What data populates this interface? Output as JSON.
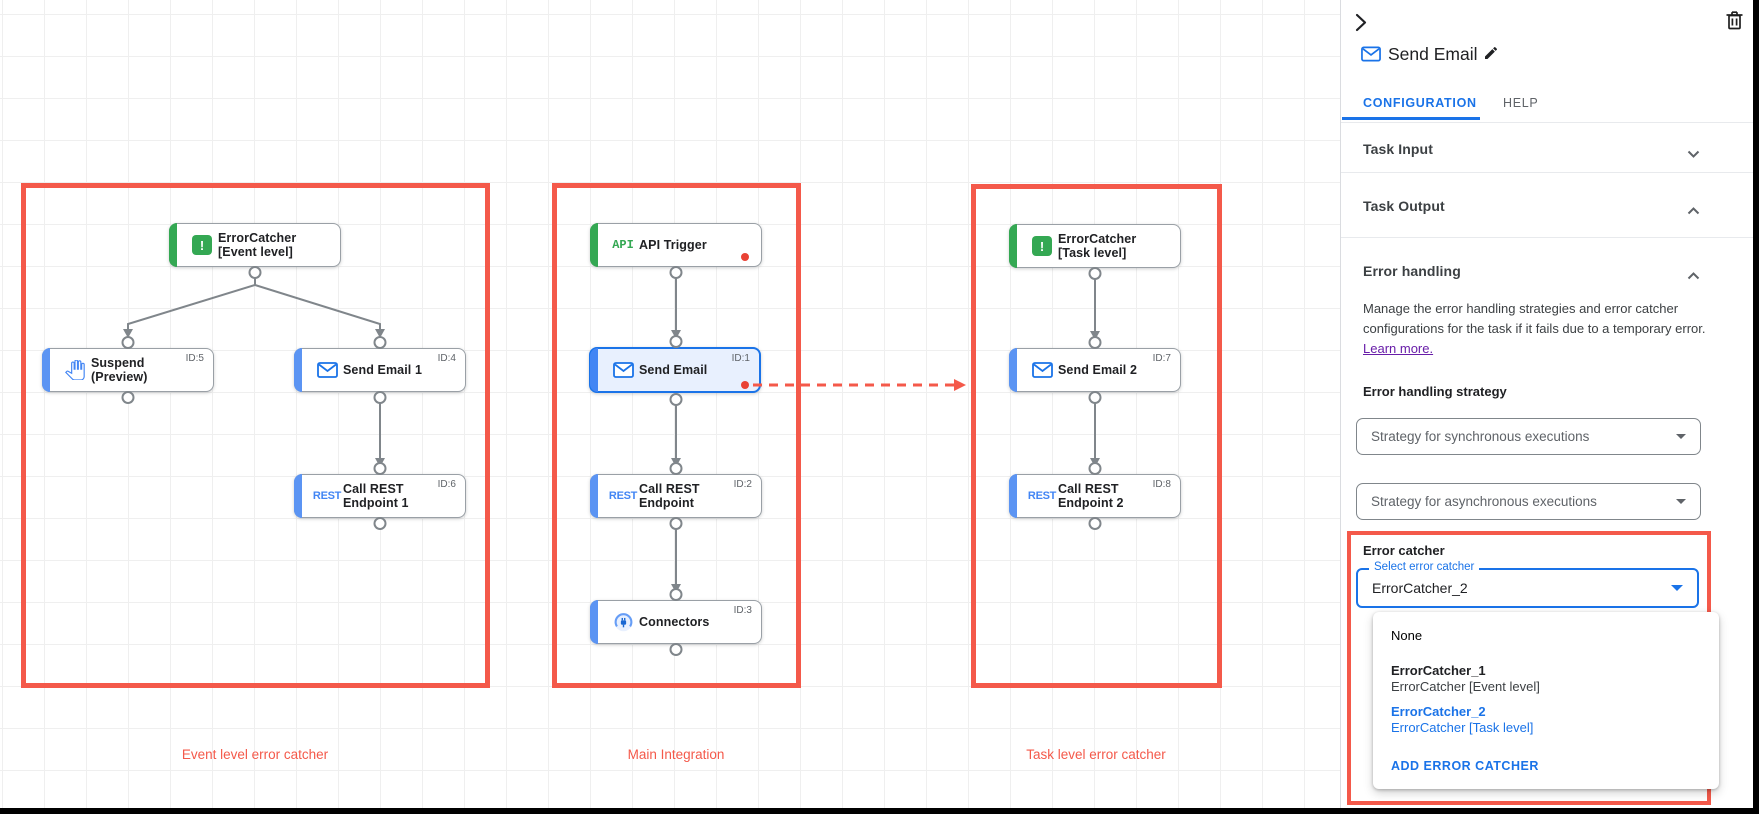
{
  "canvas": {
    "groups": [
      {
        "label": "Event level error catcher"
      },
      {
        "label": "Main Integration"
      },
      {
        "label": "Task level error catcher"
      }
    ],
    "nodes": [
      {
        "label": "ErrorCatcher [Event level]",
        "id": ""
      },
      {
        "label": "Suspend (Preview)",
        "id": "ID:5"
      },
      {
        "label": "Send Email 1",
        "id": "ID:4"
      },
      {
        "label": "Call REST Endpoint 1",
        "id": "ID:6",
        "icon_text": "REST"
      },
      {
        "label": "API Trigger",
        "id": "",
        "icon_text": "API"
      },
      {
        "label": "Send Email",
        "id": "ID:1"
      },
      {
        "label": "Call REST Endpoint",
        "id": "ID:2",
        "icon_text": "REST"
      },
      {
        "label": "Connectors",
        "id": "ID:3"
      },
      {
        "label": "ErrorCatcher [Task level]",
        "id": ""
      },
      {
        "label": "Send Email 2",
        "id": "ID:7"
      },
      {
        "label": "Call REST Endpoint 2",
        "id": "ID:8",
        "icon_text": "REST"
      }
    ]
  },
  "panel": {
    "title": "Send Email",
    "tabs": {
      "configuration": "CONFIGURATION",
      "help": "HELP"
    },
    "sections": {
      "task_input": "Task Input",
      "task_output": "Task Output",
      "error_handling": "Error handling"
    },
    "error_handling": {
      "description": "Manage the error handling strategies and error catcher configurations for the task if it fails due to a temporary error.",
      "learn_more": "Learn more.",
      "strategy_label": "Error handling strategy",
      "sync_strategy": "Strategy for synchronous executions",
      "async_strategy": "Strategy for asynchronous executions",
      "catcher_label": "Error catcher",
      "select_label": "Select error catcher",
      "select_value": "ErrorCatcher_2",
      "menu": {
        "none": "None",
        "option1_name": "ErrorCatcher_1",
        "option1_desc": "ErrorCatcher [Event level]",
        "option2_name": "ErrorCatcher_2",
        "option2_desc": "ErrorCatcher [Task level]",
        "add": "ADD ERROR CATCHER"
      }
    }
  },
  "colors": {
    "annotation_red": "#f4594a",
    "accent_blue": "#1a73e8",
    "green": "#34a853"
  }
}
